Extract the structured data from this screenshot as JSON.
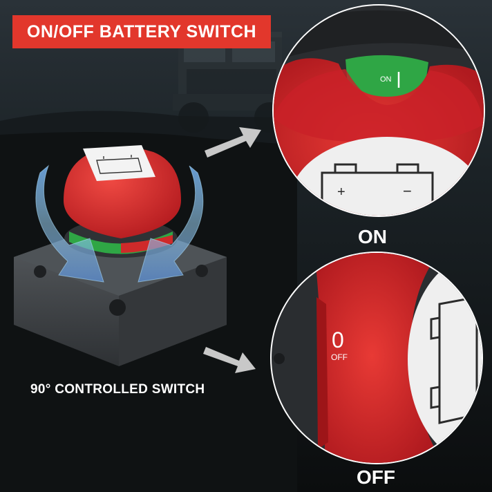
{
  "banner": {
    "title": "ON/OFF BATTERY SWITCH"
  },
  "captions": {
    "rotation": "90° CONTROLLED SWITCH",
    "on": "ON",
    "off": "OFF"
  },
  "knob_labels": {
    "on_marker": "ON",
    "off_digit": "0",
    "off_text": "OFF",
    "plus": "+",
    "minus": "−"
  },
  "colors": {
    "accent_red": "#e2372c",
    "knob_red": "#d8282c",
    "indicator_green": "#2fa645",
    "housing_grey": "#3e4145",
    "background": "#0d1012"
  },
  "icons": [
    "battery-icon",
    "rotation-arrow-icon",
    "pointer-arrow-icon"
  ]
}
